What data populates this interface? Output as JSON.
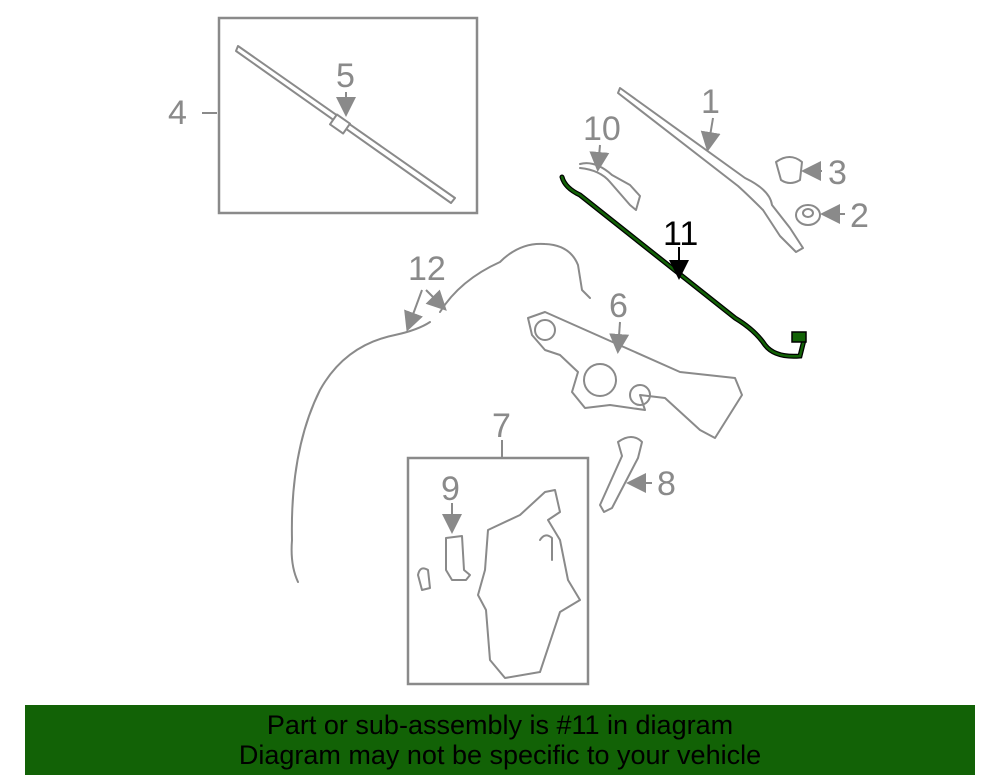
{
  "diagram": {
    "callouts": [
      {
        "id": "1",
        "text": "1"
      },
      {
        "id": "2",
        "text": "2"
      },
      {
        "id": "3",
        "text": "3"
      },
      {
        "id": "4",
        "text": "4"
      },
      {
        "id": "5",
        "text": "5"
      },
      {
        "id": "6",
        "text": "6"
      },
      {
        "id": "7",
        "text": "7"
      },
      {
        "id": "8",
        "text": "8"
      },
      {
        "id": "9",
        "text": "9"
      },
      {
        "id": "10",
        "text": "10"
      },
      {
        "id": "11",
        "text": "11"
      },
      {
        "id": "12",
        "text": "12"
      }
    ],
    "highlight_color": "#126206"
  },
  "banner": {
    "line1": "Part or sub-assembly is #11 in diagram",
    "line2": "Diagram may not be specific to your vehicle"
  }
}
